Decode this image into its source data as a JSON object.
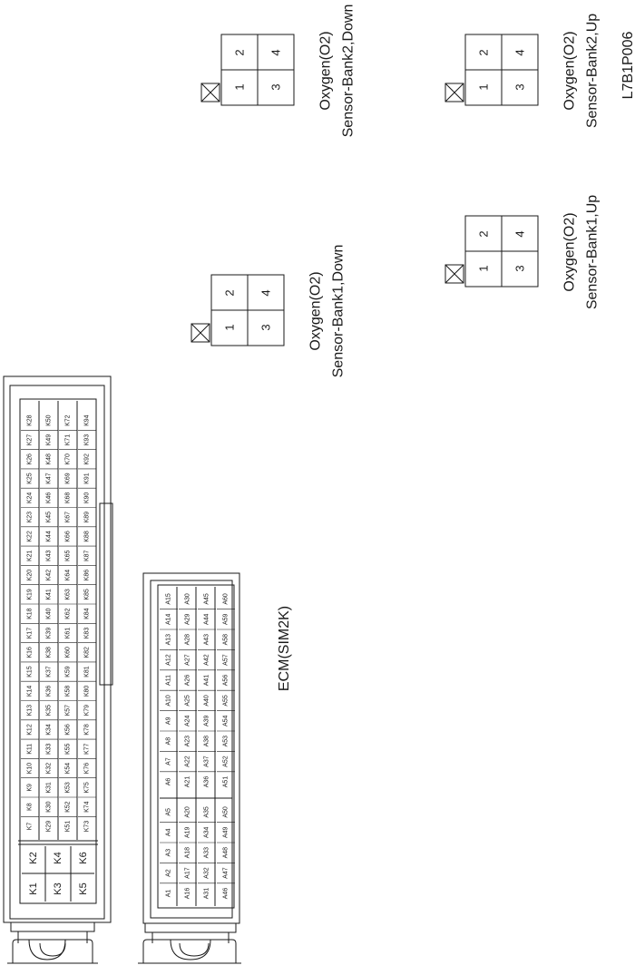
{
  "drawing_code": "L7B1P006",
  "ecm": {
    "label": "ECM(SIM2K)",
    "k_large_pins": [
      "K1",
      "K2",
      "K3",
      "K4",
      "K5",
      "K6"
    ],
    "k_rows": [
      [
        "K7",
        "K8",
        "K9",
        "K10",
        "K11",
        "K12",
        "K13",
        "K14",
        "K15",
        "K16",
        "K17",
        "K18",
        "K19",
        "K20",
        "K21",
        "K22",
        "K23",
        "K24",
        "K25",
        "K26",
        "K27",
        "K28"
      ],
      [
        "K29",
        "K30",
        "K31",
        "K32",
        "K33",
        "K34",
        "K35",
        "K36",
        "K37",
        "K38",
        "K39",
        "K40",
        "K41",
        "K42",
        "K43",
        "K44",
        "K45",
        "K46",
        "K47",
        "K48",
        "K49",
        "K50"
      ],
      [
        "K51",
        "K52",
        "K53",
        "K54",
        "K55",
        "K56",
        "K57",
        "K58",
        "K59",
        "K60",
        "K61",
        "K62",
        "K63",
        "K64",
        "K65",
        "K66",
        "K67",
        "K68",
        "K69",
        "K70",
        "K71",
        "K72"
      ],
      [
        "K73",
        "K74",
        "K75",
        "K76",
        "K77",
        "K78",
        "K79",
        "K80",
        "K81",
        "K82",
        "K83",
        "K84",
        "K85",
        "K86",
        "K87",
        "K88",
        "K89",
        "K90",
        "K91",
        "K92",
        "K93",
        "K94"
      ]
    ],
    "a_rows": [
      [
        "A1",
        "A2",
        "A3",
        "A4",
        "A5",
        "A6",
        "A7",
        "A8",
        "A9",
        "A10",
        "A11",
        "A12",
        "A13",
        "A14",
        "A15"
      ],
      [
        "A16",
        "A17",
        "A18",
        "A19",
        "A20",
        "A21",
        "A22",
        "A23",
        "A24",
        "A25",
        "A26",
        "A27",
        "A28",
        "A29",
        "A30"
      ],
      [
        "A31",
        "A32",
        "A33",
        "A34",
        "A35",
        "A36",
        "A37",
        "A38",
        "A39",
        "A40",
        "A41",
        "A42",
        "A43",
        "A44",
        "A45"
      ],
      [
        "A46",
        "A47",
        "A48",
        "A49",
        "A50",
        "A51",
        "A52",
        "A53",
        "A54",
        "A55",
        "A56",
        "A57",
        "A58",
        "A59",
        "A60"
      ]
    ]
  },
  "o2_connectors": [
    {
      "line1": "Oxygen(O2)",
      "line2": "Sensor-Bank1,Up",
      "pins": [
        "1",
        "2",
        "3",
        "4"
      ]
    },
    {
      "line1": "Oxygen(O2)",
      "line2": "Sensor-Bank2,Up",
      "pins": [
        "1",
        "2",
        "3",
        "4"
      ]
    },
    {
      "line1": "Oxygen(O2)",
      "line2": "Sensor-Bank1,Down",
      "pins": [
        "1",
        "2",
        "3",
        "4"
      ]
    },
    {
      "line1": "Oxygen(O2)",
      "line2": "Sensor-Bank2,Down",
      "pins": [
        "1",
        "2",
        "3",
        "4"
      ]
    }
  ]
}
